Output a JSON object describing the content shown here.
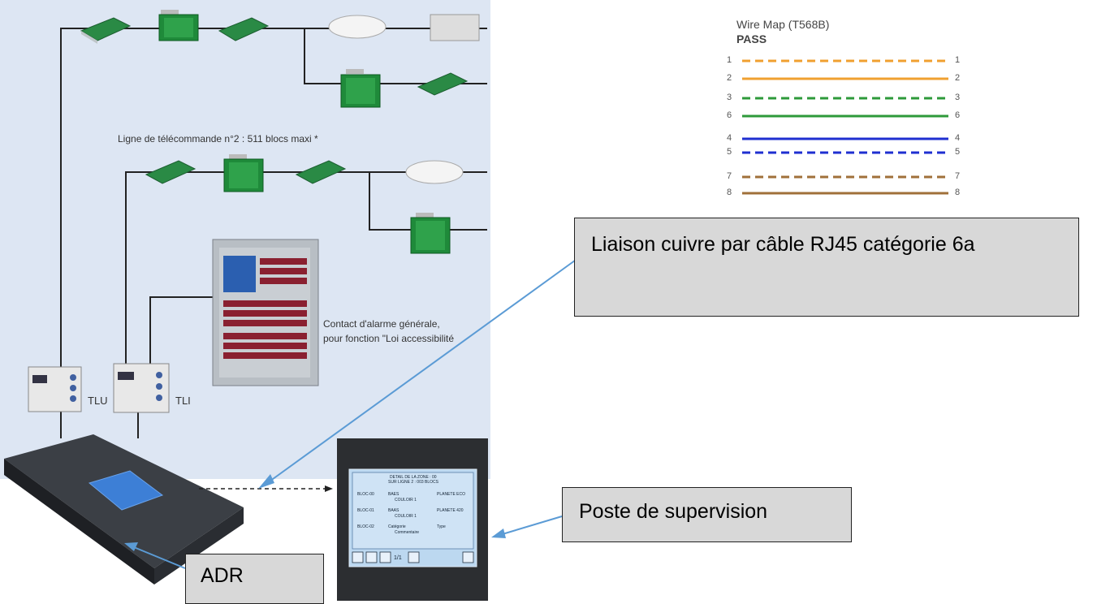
{
  "diagram": {
    "line2_caption": "Ligne de télécommande n°2 : 511 blocs maxi  *",
    "contact_caption_line1": "Contact d'alarme générale,",
    "contact_caption_line2": "pour fonction \"Loi accessibilité",
    "tlu_label": "TLU",
    "tli_label": "TLI"
  },
  "wire_map": {
    "title": "Wire Map (T568B)",
    "status": "PASS",
    "pairs": [
      {
        "left": "1",
        "right": "1",
        "color": "#f0a030",
        "dashed": true
      },
      {
        "left": "2",
        "right": "2",
        "color": "#f0a030",
        "dashed": false
      },
      {
        "left": "3",
        "right": "3",
        "color": "#2e9a3a",
        "dashed": true
      },
      {
        "left": "6",
        "right": "6",
        "color": "#2e9a3a",
        "dashed": false
      },
      {
        "left": "4",
        "right": "4",
        "color": "#1f2fd0",
        "dashed": false
      },
      {
        "left": "5",
        "right": "5",
        "color": "#1f2fd0",
        "dashed": true
      },
      {
        "left": "7",
        "right": "7",
        "color": "#a0703a",
        "dashed": true
      },
      {
        "left": "8",
        "right": "8",
        "color": "#a0703a",
        "dashed": false
      }
    ]
  },
  "callouts": {
    "cable": "Liaison cuivre par câble RJ45 catégorie 6a",
    "supervision": "Poste de supervision",
    "adr": "ADR"
  },
  "supervision_screen": {
    "header1": "DETAIL DE LA ZONE : 00",
    "header2": "SUR LIGNE 2 : 003 BLOCS",
    "rows": [
      {
        "bloc": "BLOC-00",
        "col2": "BAES",
        "col3": "PLANETE ECO",
        "sub": "COULOIR 1"
      },
      {
        "bloc": "BLOC-01",
        "col2": "BAAS",
        "col3": "PLANETE 420",
        "sub": "COULOIR 1"
      },
      {
        "bloc": "BLOC-02",
        "col2": "Catégorie",
        "col3": "Type",
        "sub": "Commentaire"
      }
    ],
    "page": "1/1"
  }
}
